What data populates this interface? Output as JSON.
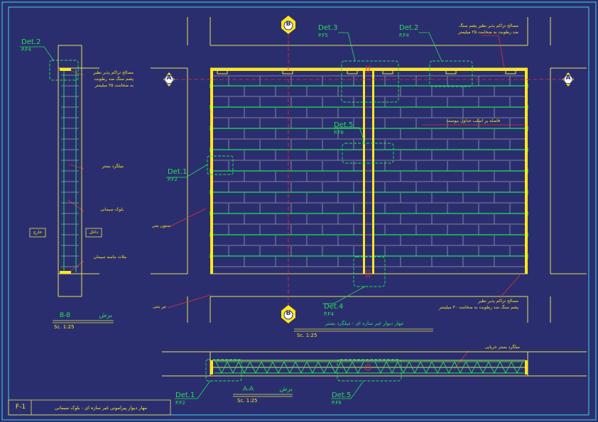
{
  "sheet": {
    "number": "F-1",
    "title": "مهار دیوار پیرامونی غیر سازه ای - بلوک سیمانی"
  },
  "axes": {
    "b_top": "B",
    "b_bottom": "B",
    "a_left": "A",
    "a_right": "A"
  },
  "main_title": {
    "text": "مهار دیوار غیر سازه ای - میلگرد بستر",
    "scale": "Sc. 1:25"
  },
  "section_bb": {
    "title": "برش",
    "code": "B-B",
    "scale": "Sc. 1:25"
  },
  "section_aa": {
    "title": "برش",
    "code": "A-A",
    "scale": "Sc. 1:25"
  },
  "details": {
    "det2_left": {
      "name": "Det.2",
      "ref": "P.F4"
    },
    "det3": {
      "name": "Det.3",
      "ref": "P.F5"
    },
    "det2_top": {
      "name": "Det.2",
      "ref": "P.F4"
    },
    "det5_mid": {
      "name": "Det.5",
      "ref": "P.F6"
    },
    "det1_left": {
      "name": "Det.1",
      "ref": "P.F2"
    },
    "det4": {
      "name": "Det.4",
      "ref": "P.F4"
    },
    "det1_bottom": {
      "name": "Det.1",
      "ref": "P.F2"
    },
    "det5_bottom": {
      "name": "Det.5",
      "ref": "P.F6"
    }
  },
  "notes": {
    "sealant_left_1": "مصالح تراکم پذیر نظیر",
    "sealant_left_2": "پشم سنگ ضد رطوبت",
    "sealant_left_3": "به ضخامت ۲۵ میلیمتر",
    "sealant_top_1": "مصالح تراکم پذیر نظیر پشم سنگ",
    "sealant_top_2": "ضد رطوبت به ضخامت ۲۵ میلیمتر",
    "gap": "فاصله پر اسلب جداول بیوست",
    "rebar": "میلگرد بستر",
    "block": "بلوک سیمانی",
    "mortar": "ملات ماسه سیمان",
    "column": "ستون بتنی",
    "beam": "تیر بتنی",
    "sealant_bottom_1": "مصالح تراکم پذیر نظیر",
    "sealant_bottom_2": "پشم سنگ ضد رطوبت به ضخامت ۳۰ میلیمتر",
    "truss_rebar": "میلگرد بستر خرپایی",
    "outside": "خارج",
    "inside": "داخل"
  },
  "colors": {
    "bg": "#2b2e6e",
    "line": "#e6e35a",
    "green": "#22e05a",
    "yellow": "#ffe81a",
    "red": "#e0303a",
    "grey": "#9aa0b0",
    "cyan": "#3fd6e6"
  }
}
